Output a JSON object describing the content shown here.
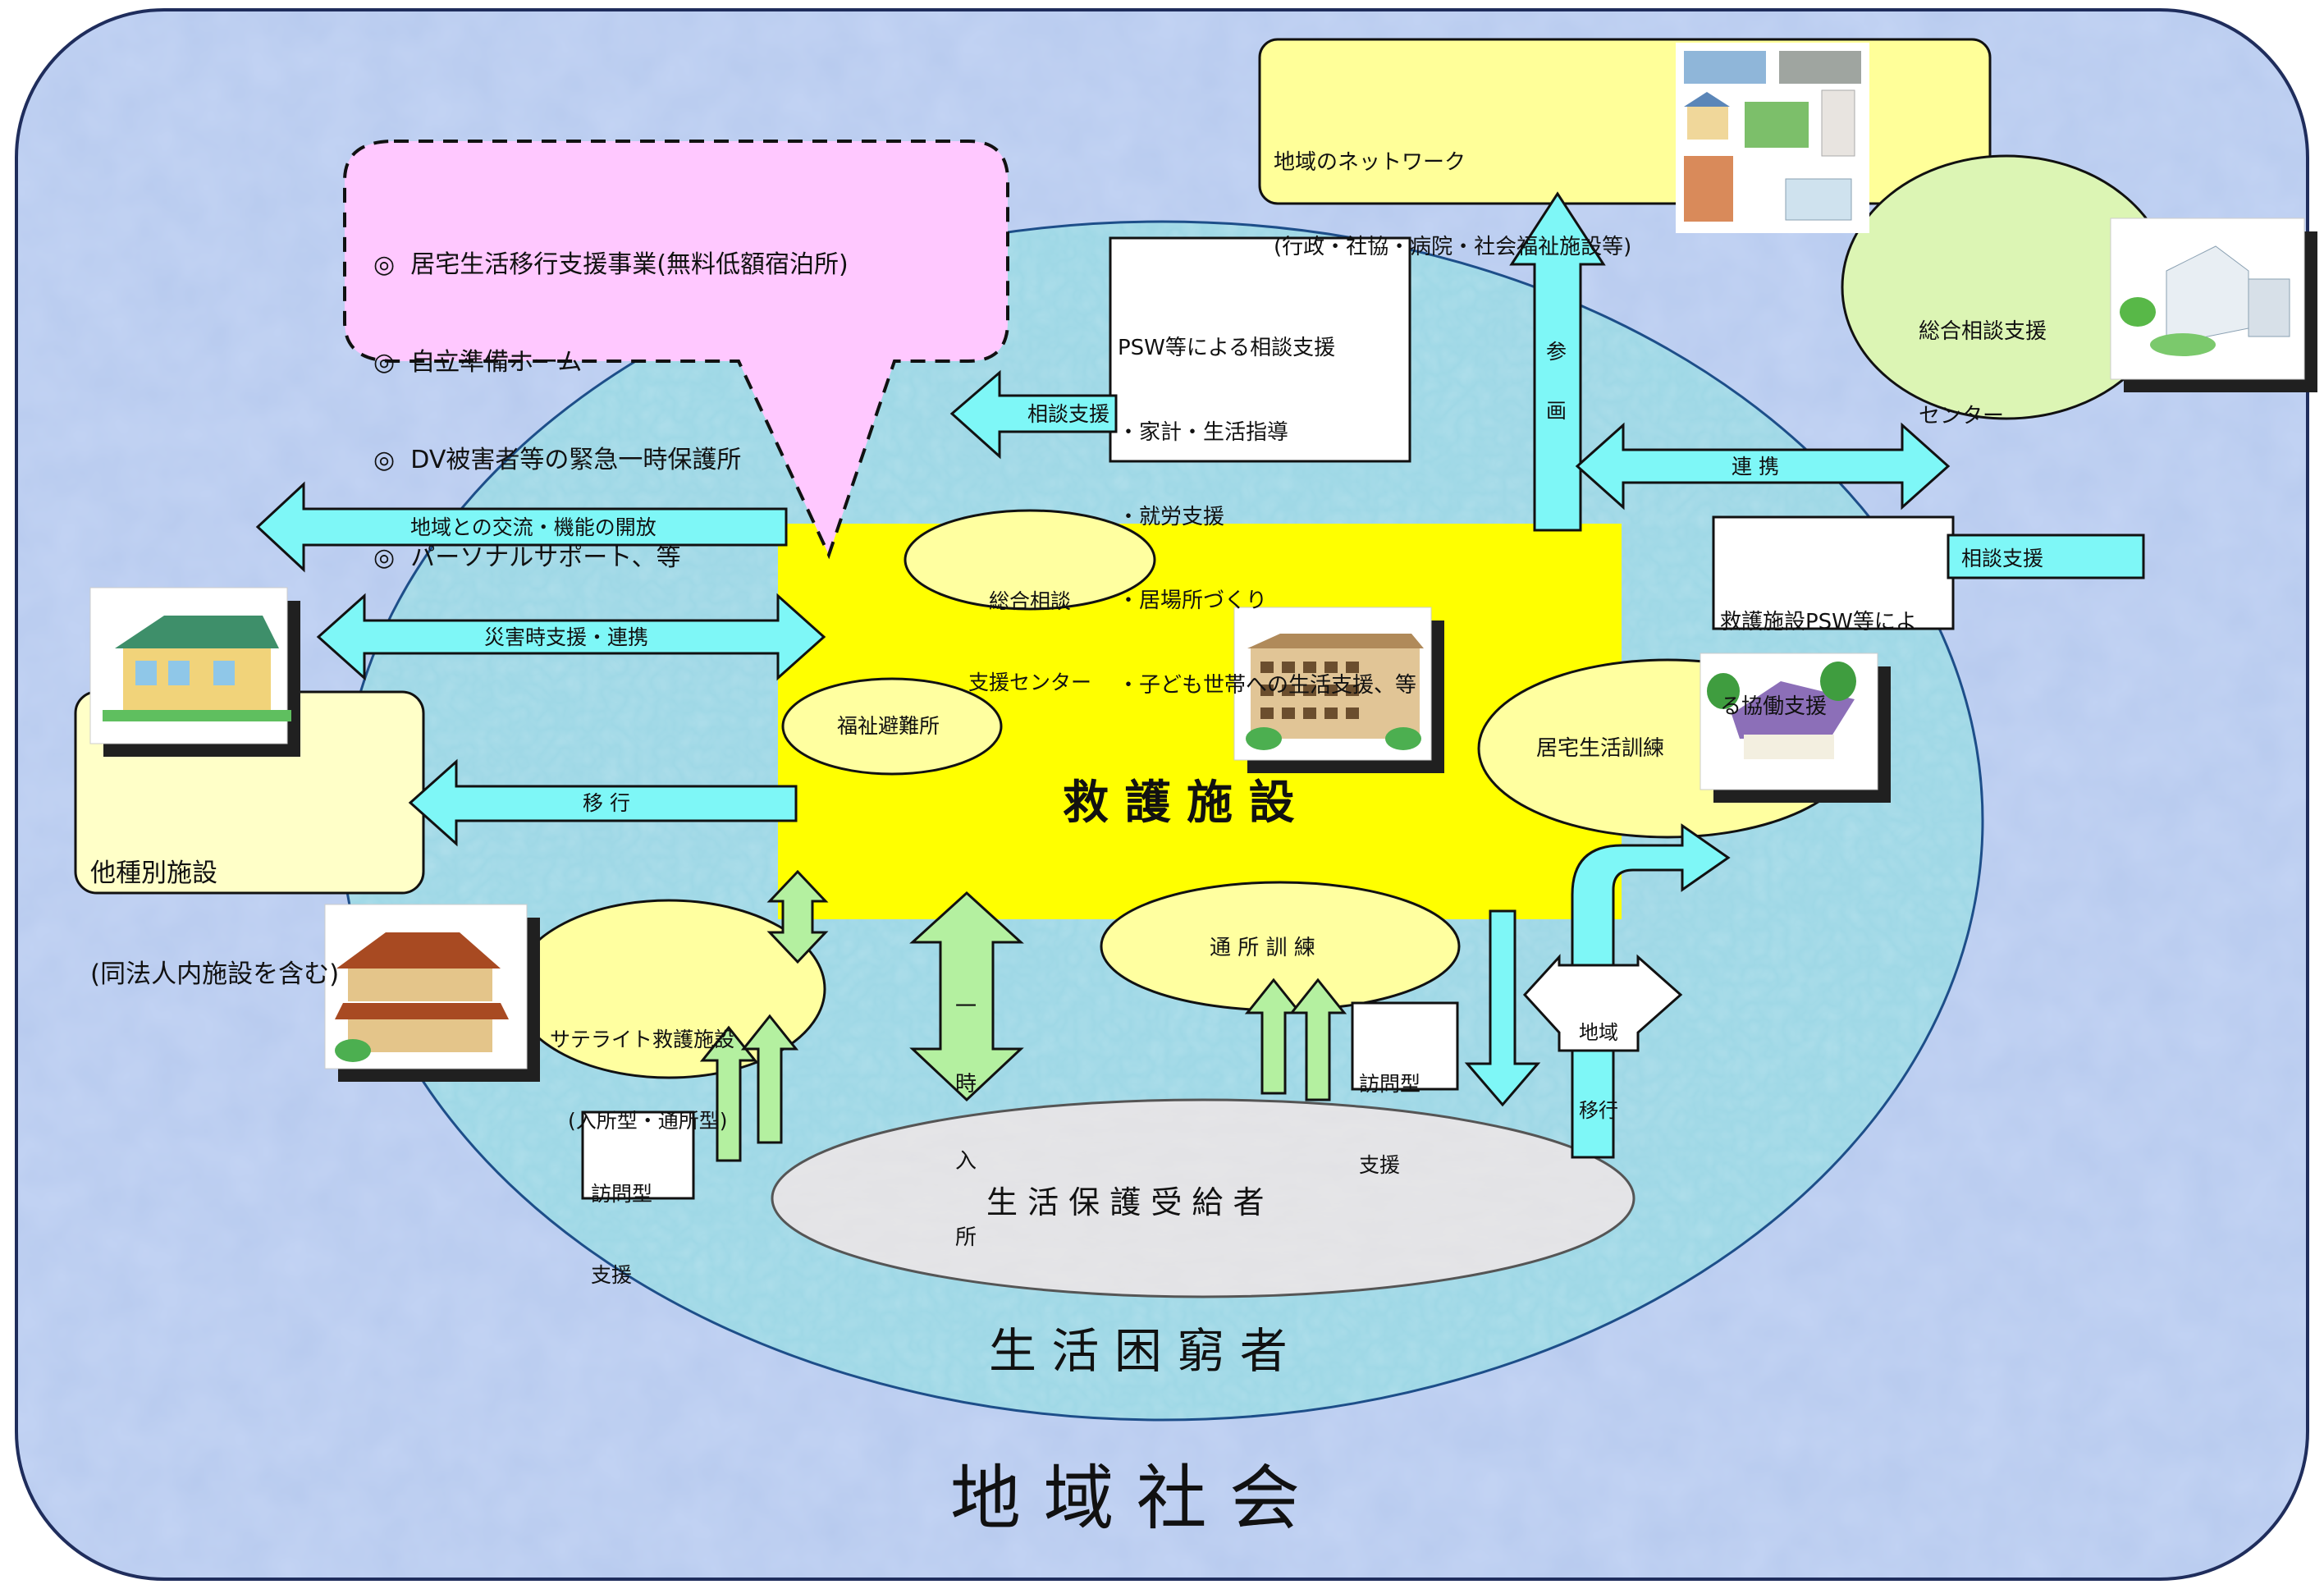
{
  "labels": {
    "region": "地 域 社 会",
    "poverty": "生 活 困 窮 者",
    "recipients": "生 活 保 護 受 給 者",
    "facility": "救 護 施 設"
  },
  "callout": {
    "items": [
      "◎  居宅生活移行支援事業(無料低額宿泊所)",
      "◎  自立準備ホーム",
      "◎  DV被害者等の緊急一時保護所",
      "◎  パーソナルサポート、等"
    ]
  },
  "network": {
    "line1": "地域のネットワーク",
    "line2": "(行政・社協・病院・社会福祉施設等)"
  },
  "psw_box": {
    "title": "PSW等による相談支援",
    "items": [
      "・家計・生活指導",
      "・就労支援",
      "・居場所づくり",
      "・子ども世帯への生活支援、等"
    ]
  },
  "general_center_outer": {
    "line1": "総合相談支援",
    "line2": "センター"
  },
  "general_center_inner": {
    "line1": "総合相談",
    "line2": "支援センター"
  },
  "welfare_shelter": "福祉避難所",
  "home_training": "居宅生活訓練",
  "day_training": "通 所 訓 練",
  "satellite": {
    "line1": "サテライト救護施設",
    "line2": "(入所型・通所型)"
  },
  "other_facility": {
    "line1": "他種別施設",
    "line2": "(同法人内施設を含む)"
  },
  "collab_box": {
    "line1": "救護施設PSW等によ",
    "line2": "る協働支援"
  },
  "visit_left": {
    "line1": "訪問型",
    "line2": "支援"
  },
  "visit_mid": {
    "line1": "訪問型",
    "line2": "支援"
  },
  "arrows": {
    "exchange": "地域との交流・機能の開放",
    "disaster": "災害時支援・連携",
    "transfer": "移 行",
    "consult_left": "相談支援",
    "consult_right": "相談支援",
    "participate_1": "参",
    "participate_2": "画",
    "cooperate": "連 携",
    "temporary": [
      "一",
      "時",
      "入",
      "所"
    ],
    "community_move_1": "地域",
    "community_move_2": "移行"
  },
  "colors": {
    "outer_frame": "#a8c4ec",
    "frame_border": "#1f2d5c",
    "poverty_area": "#9fd8e6",
    "facility": "#ffff00",
    "callout": "#ffc8ff",
    "network": "#ffff99",
    "ellipse": "#ffffa0",
    "center_green": "#dcf5b4",
    "cyan_arrow": "#7ef7f7",
    "green_arrow": "#b4f0a0"
  },
  "icons": [
    "house-icon",
    "apartment-building-icon",
    "city-buildings-icon",
    "hospital-building-icon",
    "villa-icon",
    "wooden-house-icon"
  ]
}
